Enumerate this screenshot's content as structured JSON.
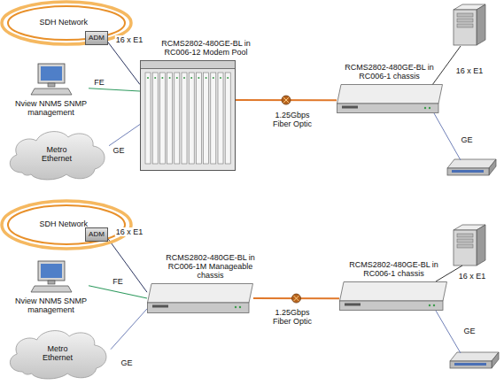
{
  "diagram": {
    "nodes": [
      {
        "text": [
          "SDH Network"
        ]
      },
      {
        "text": [
          "ADM"
        ]
      },
      {
        "text": [
          "Nview NNM5 SNMP management"
        ]
      },
      {
        "text": [
          "Metro Ethernet"
        ]
      },
      {
        "text": [
          "RCMS2802-480GE-BL in RC006-12 Modem Pool"
        ]
      },
      {
        "text": [
          "RCMS2802-480GE-BL in RC006-1 chassis"
        ]
      },
      {
        "text": [
          "SDH Network"
        ]
      },
      {
        "text": [
          "ADM"
        ]
      },
      {
        "text": [
          "Nview NNM5 SNMP management"
        ]
      },
      {
        "text": [
          "Metro Ethernet"
        ]
      },
      {
        "text": [
          "RCMS2802-480GE-BL in RC006-1M Manageable chassis"
        ]
      },
      {
        "text": [
          "RCMS2802-480GE-BL in RC006-1 chassis"
        ]
      }
    ],
    "edges": [
      {
        "from": 1,
        "to": 4,
        "arrow": "none",
        "label": "16 x E1"
      },
      {
        "from": 2,
        "to": 4,
        "arrow": "none",
        "label": "FE"
      },
      {
        "from": 3,
        "to": 4,
        "arrow": "none",
        "label": "GE"
      },
      {
        "from": 4,
        "to": 5,
        "arrow": "none",
        "label": "1.25Gbps Fiber Optic"
      },
      {
        "from": 7,
        "to": 10,
        "arrow": "none",
        "label": "16 x E1"
      },
      {
        "from": 8,
        "to": 10,
        "arrow": "none",
        "label": "FE"
      },
      {
        "from": 9,
        "to": 10,
        "arrow": "none",
        "label": "GE"
      },
      {
        "from": 10,
        "to": 11,
        "arrow": "none",
        "label": "1.25Gbps Fiber Optic"
      }
    ],
    "labels": [
      "16 x E1",
      "GE",
      "16 x E1",
      "GE"
    ]
  }
}
